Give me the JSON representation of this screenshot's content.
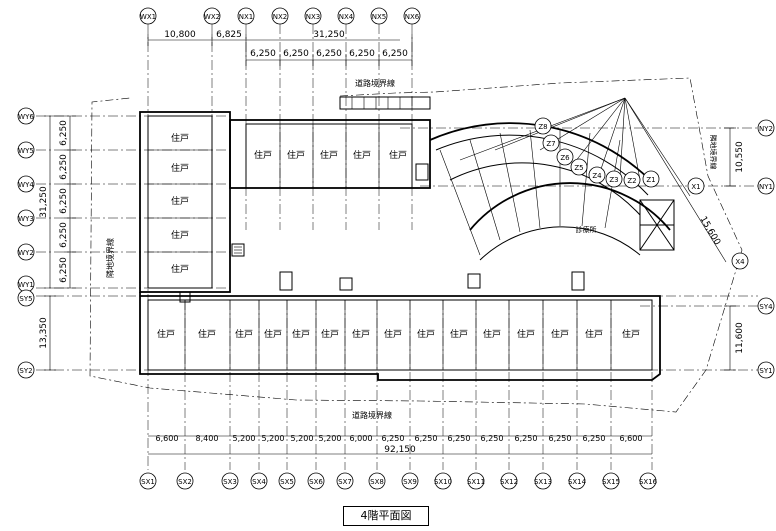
{
  "title": "4階平面図",
  "grid_top": [
    "WX1",
    "WX2",
    "NX1",
    "NX2",
    "NX3",
    "NX4",
    "NX5",
    "NX6"
  ],
  "grid_bottom": [
    "SX1",
    "SX2",
    "SX3",
    "SX4",
    "SX5",
    "SX6",
    "SX7",
    "SX8",
    "SX9",
    "SX10",
    "SX11",
    "SX12",
    "SX13",
    "SX14",
    "SX15",
    "SX16"
  ],
  "grid_left": [
    "WY6",
    "WY5",
    "WY4",
    "WY3",
    "WY2",
    "WY1",
    "SY5",
    "SY2"
  ],
  "grid_right": [
    "NY2",
    "NY1",
    "SY4",
    "SY1"
  ],
  "grid_arc": [
    "X1",
    "X4"
  ],
  "grid_radial": [
    "Z8",
    "Z7",
    "Z6",
    "Z5",
    "Z4",
    "Z3",
    "Z2",
    "Z1"
  ],
  "dims_top_main": [
    "10,800",
    "6,825",
    "31,250"
  ],
  "dims_top_sub": [
    "6,250",
    "6,250",
    "6,250",
    "6,250",
    "6,250"
  ],
  "dims_bottom": [
    "6,600",
    "8,400",
    "5,200",
    "5,200",
    "5,200",
    "5,200",
    "6,000",
    "6,250",
    "6,250",
    "6,250",
    "6,250",
    "6,250",
    "6,250",
    "6,250",
    "6,600"
  ],
  "dim_bottom_total": "92,150",
  "dims_left_sub": [
    "6,250",
    "6,250",
    "6,250",
    "6,250",
    "6,250"
  ],
  "dim_left_total": "31,250",
  "dim_left_south": "13,350",
  "dim_right_north": "10,550",
  "dim_right_south": "11,600",
  "dim_arc": "15,600",
  "unit_label": "住戸",
  "labels": {
    "road_boundary": "道路境界線",
    "site_boundary": "隣地境界線",
    "arc_room": "診療所",
    "right_vertical": "隣地境界線"
  }
}
